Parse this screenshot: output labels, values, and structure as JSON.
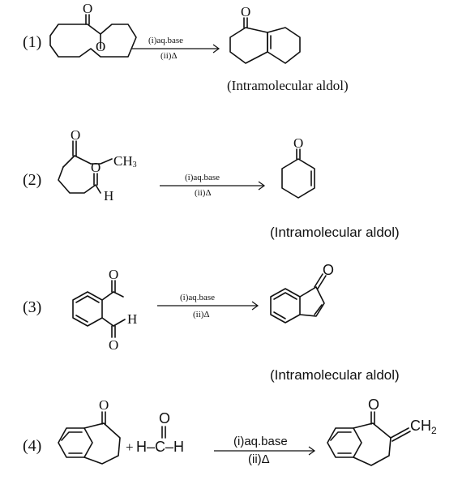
{
  "reactions": [
    {
      "number": "(1)",
      "condition1": "(i)aq.base",
      "condition2": "(ii)Δ",
      "note": "(Intramolecular aldol)"
    },
    {
      "number": "(2)",
      "atom_ch3": "CH",
      "atom_ch3_sub": "3",
      "atom_h": "H",
      "condition1": "(i)aq.base",
      "condition2": "(ii)Δ",
      "note": "(Intramolecular aldol)"
    },
    {
      "number": "(3)",
      "atom_h": "H",
      "condition1": "(i)aq.base",
      "condition2": "(ii)Δ",
      "note": "(Intramolecular aldol)"
    },
    {
      "number": "(4)",
      "plus": "+",
      "formaldehyde": "H–C–H",
      "condition1": "(i)aq.base",
      "condition2": "(ii)Δ",
      "product_ch2": "CH",
      "product_ch2_sub": "2"
    }
  ],
  "atoms": {
    "oxygen": "O"
  }
}
